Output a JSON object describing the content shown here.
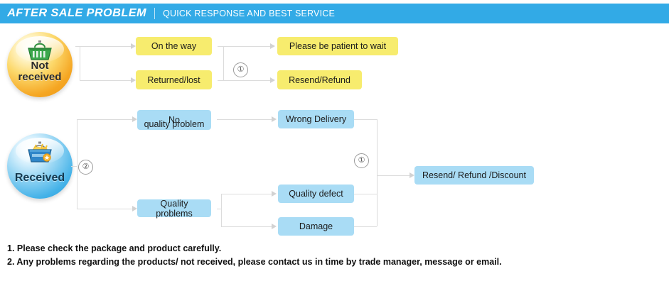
{
  "header": {
    "title": "AFTER SALE PROBLEM",
    "divider": "|",
    "subtitle": "QUICK RESPONSE AND BEST SERVICE",
    "background_color": "#32aae6",
    "text_color": "#ffffff"
  },
  "colors": {
    "yellow_node": "#f7ec6e",
    "blue_node": "#a9dcf5",
    "connector": "#dcdcdc",
    "orange_sphere": "#f5a623",
    "blue_sphere": "#44b2e8"
  },
  "spheres": [
    {
      "id": "not-received",
      "label_line1": "Not",
      "label_line2": "received",
      "icon": "shopping-basket-icon",
      "color": "#f5a623"
    },
    {
      "id": "received",
      "label_line1": "Received",
      "label_line2": "",
      "icon": "full-shopping-basket-icon",
      "color": "#44b2e8"
    }
  ],
  "flow_not_received": {
    "branches": [
      {
        "label": "On the way",
        "result": "Please be patient to wait"
      },
      {
        "label": "Returned/lost",
        "result": "Resend/Refund"
      }
    ],
    "marker": "①"
  },
  "flow_received": {
    "marker": "②",
    "branches": [
      {
        "label_line1": "No",
        "label_line2": "quality problem",
        "children": [
          "Wrong Delivery"
        ]
      },
      {
        "label_line1": "Quality problems",
        "label_line2": "",
        "children": [
          "Quality defect",
          "Damage"
        ]
      }
    ],
    "collector_marker": "①",
    "outcome": "Resend/ Refund /Discount"
  },
  "notes": [
    "1. Please check the package and product carefully.",
    "2. Any problems regarding the products/ not received, please contact us in time by trade manager, message or email."
  ]
}
